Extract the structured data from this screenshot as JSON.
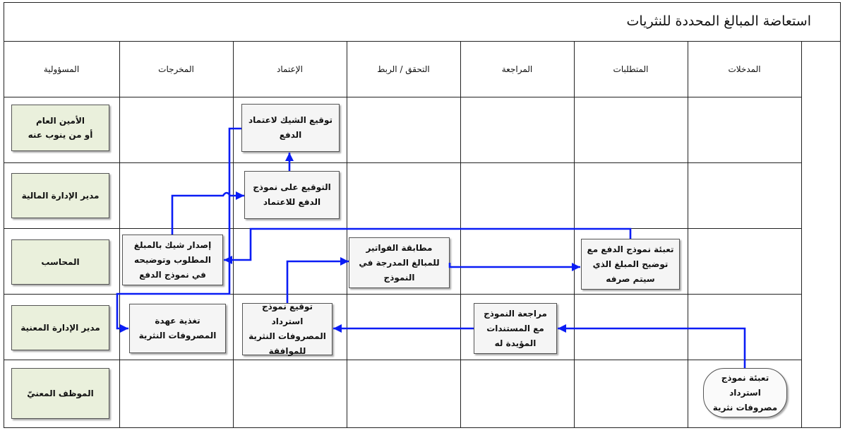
{
  "title": "استعاضة المبالغ المحددة للنثريات",
  "columns": {
    "inputs": "المدخلات",
    "requirements": "المتطلبات",
    "review": "المراجعة",
    "verify_link": "التحقق / الربط",
    "approval": "الإعتماد",
    "outputs": "المخرجات",
    "responsibility": "المسؤولية"
  },
  "roles": {
    "secretary_line1": "الأمين العام",
    "secretary_line2": "أو من ينوب عنه",
    "finance_manager": "مدير الإدارة المالية",
    "accountant": "المحاسب",
    "concerned_dept_manager": "مدير الإدارة المعنية",
    "concerned_employee": "الموظف المعنيّ"
  },
  "steps": {
    "sign_cheque": "توقيع الشيك لاعتماد الدفع",
    "sign_payment_form": "التوقيع على نموذج الدفع للاعتماد",
    "issue_cheque": "إصدار شيك بالمبلغ المطلوب وتوضيحه في نموذج الدفع",
    "match_invoices": "مطابقة الفواتير للمبالغ المدرجة في النموذج",
    "fill_payment_form": "تعبئة نموذج الدفع مع توضيح المبلغ الذي سيتم صرفه",
    "feed_custody": "تغذية عهدة المصروفات النثرية",
    "sign_reimbursement": "توقيع نموذج استرداد المصروفات النثرية للموافقة",
    "review_form": "مراجعة النموذج مع المستندات المؤيدة له",
    "fill_reimbursement": "تعبئة نموذج استرداد مصروفات نثرية"
  },
  "colors": {
    "arrow": "#0a1df5",
    "role_fill": "#eaf0dc",
    "box_fill": "#f5f5f5"
  }
}
